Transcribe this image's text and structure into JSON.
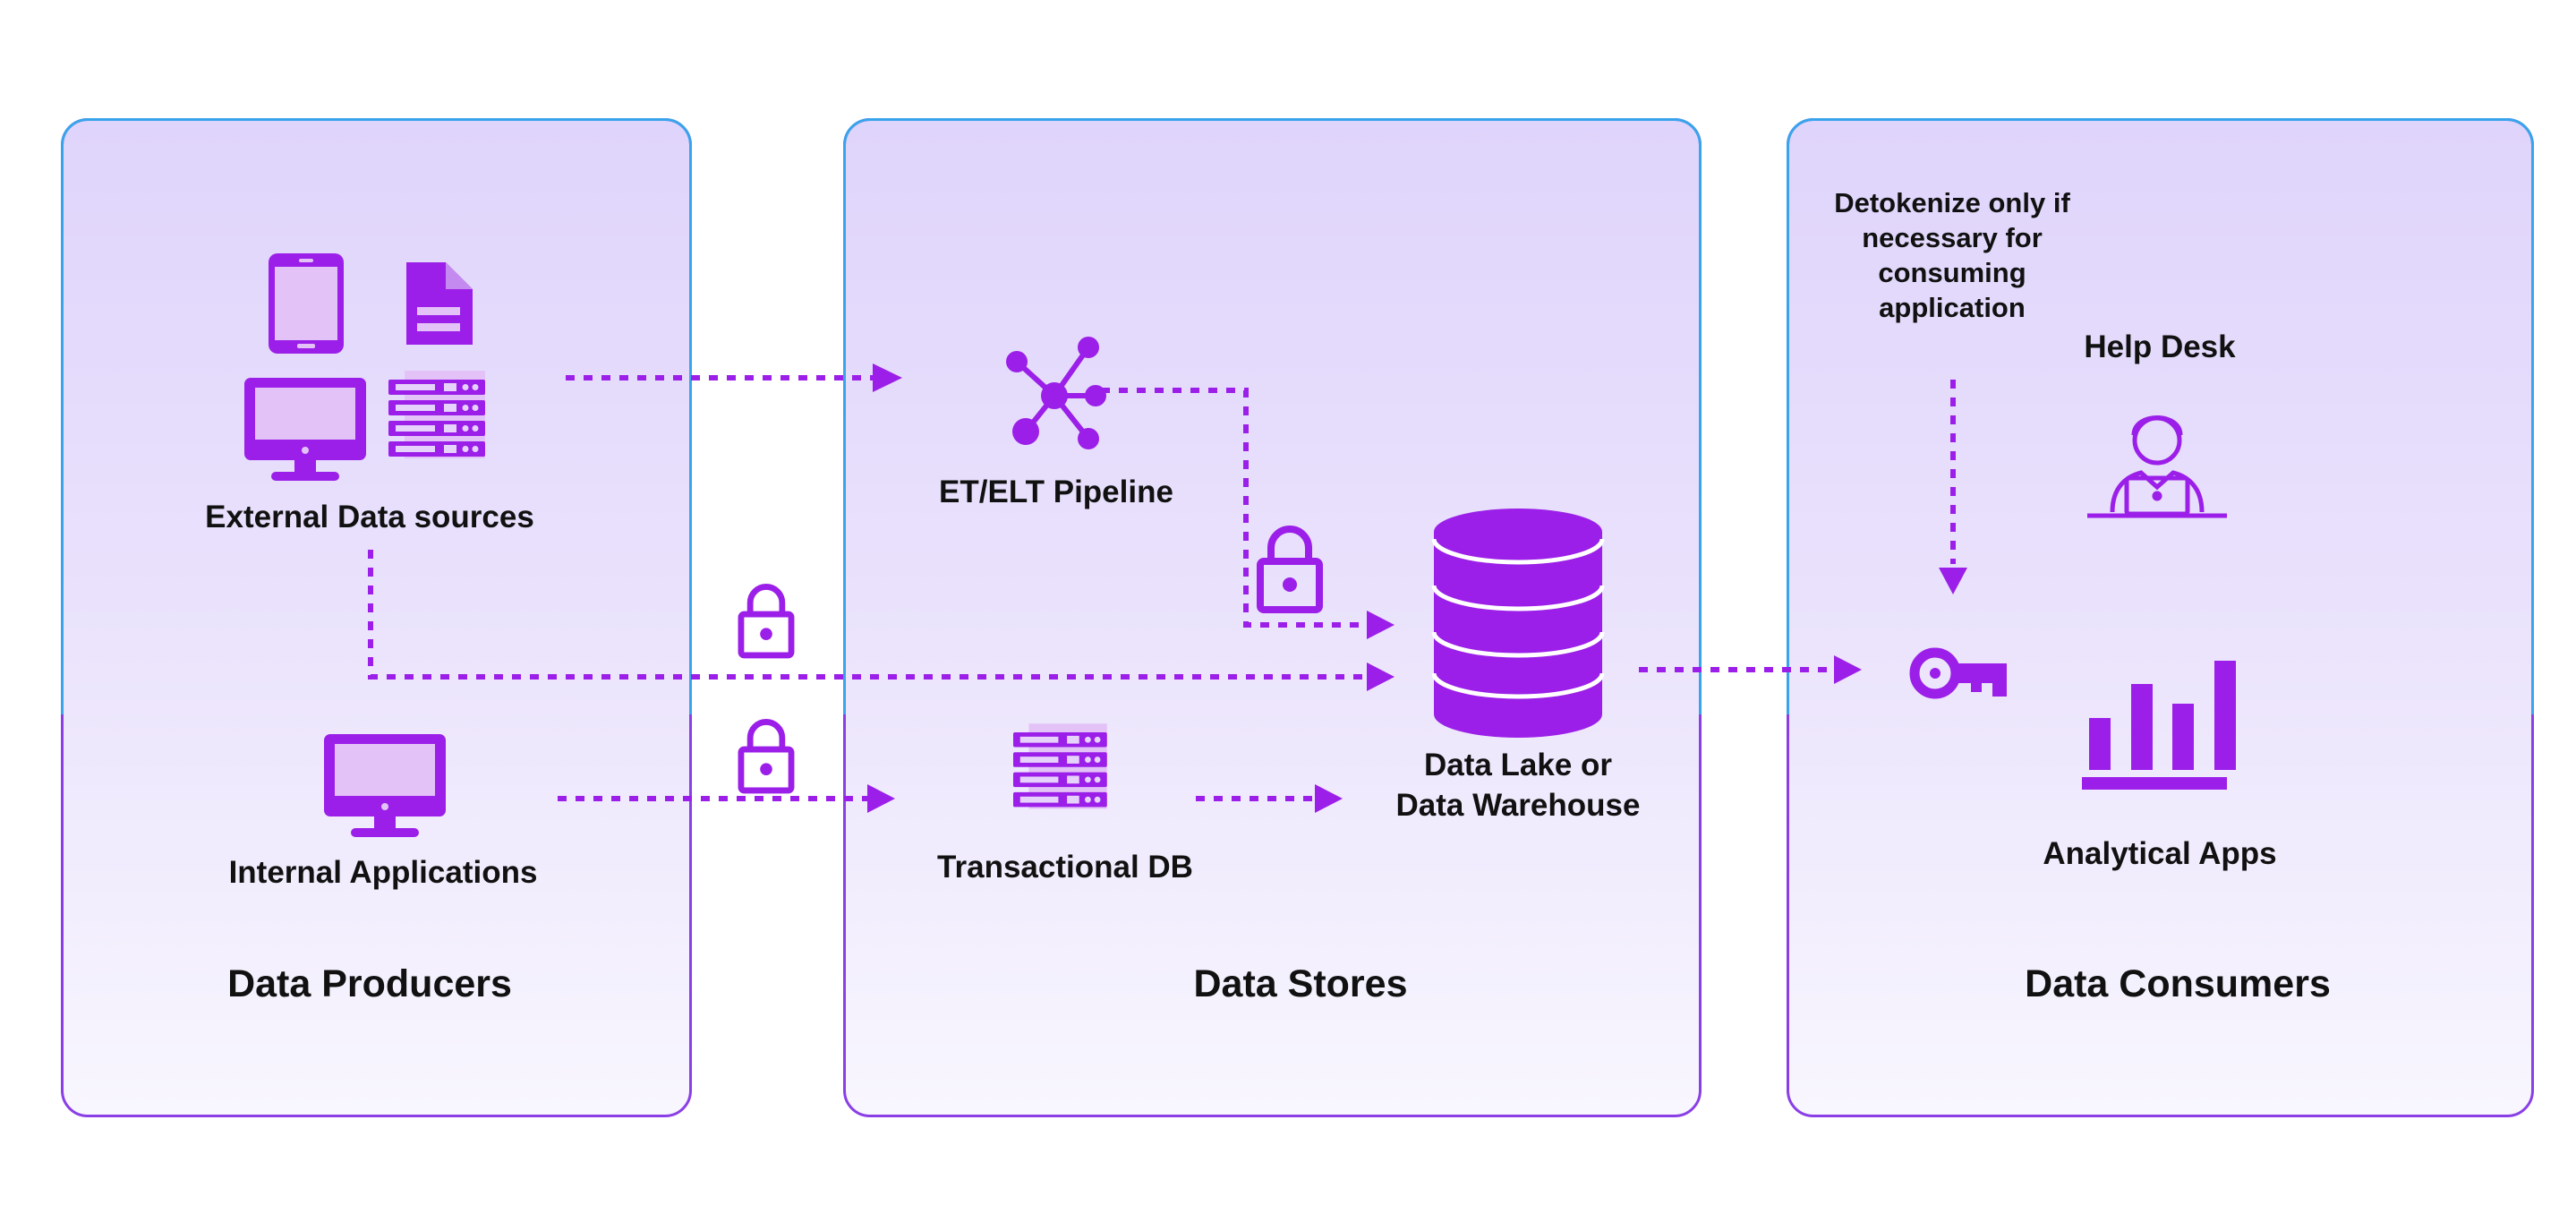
{
  "panels": {
    "producers": "Data Producers",
    "stores": "Data Stores",
    "consumers": "Data Consumers"
  },
  "nodes": {
    "external_sources": "External Data sources",
    "internal_apps": "Internal Applications",
    "pipeline": "ET/ELT Pipeline",
    "transactional_db": "Transactional DB",
    "data_lake_line1": "Data Lake or",
    "data_lake_line2": "Data Warehouse",
    "help_desk": "Help Desk",
    "analytical_apps": "Analytical Apps"
  },
  "note": {
    "detokenize": "Detokenize only if necessary for consuming application"
  },
  "colors": {
    "accent": "#9b1fe8",
    "accent_light": "#e3c2f7",
    "panel_border_top": "#2bb6ec",
    "panel_border_bottom": "#8a3fe6"
  },
  "icons": [
    "tablet-icon",
    "document-icon",
    "monitor-icon",
    "server-icon",
    "network-icon",
    "lock-icon",
    "database-icon",
    "key-icon",
    "person-laptop-icon",
    "bar-chart-icon"
  ]
}
